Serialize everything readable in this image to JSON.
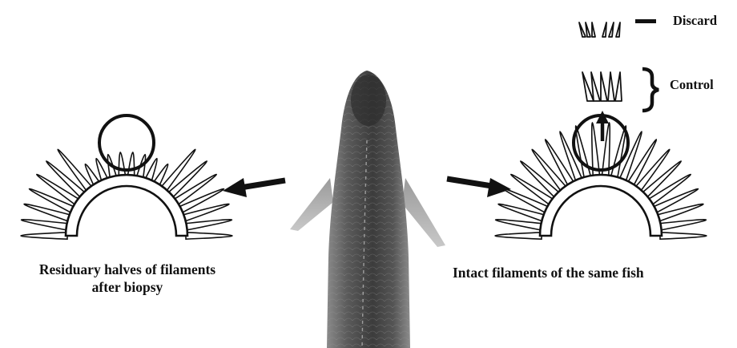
{
  "labels": {
    "discard": "Discard",
    "control": "Control",
    "left_caption_line1": "Residuary halves of filaments",
    "left_caption_line2": "after biopsy",
    "right_caption": "Intact filaments of the same fish"
  },
  "colors": {
    "ink": "#111111",
    "fish_dark": "#3a3a3a",
    "fish_mid": "#6b6b6b",
    "fish_light": "#a8a8a8"
  },
  "icons": [
    "fish-image",
    "left-arrow",
    "right-arrow",
    "up-arrow",
    "gill-arch-biopsied",
    "gill-arch-intact",
    "biopsy-circle",
    "curly-brace",
    "dash"
  ]
}
